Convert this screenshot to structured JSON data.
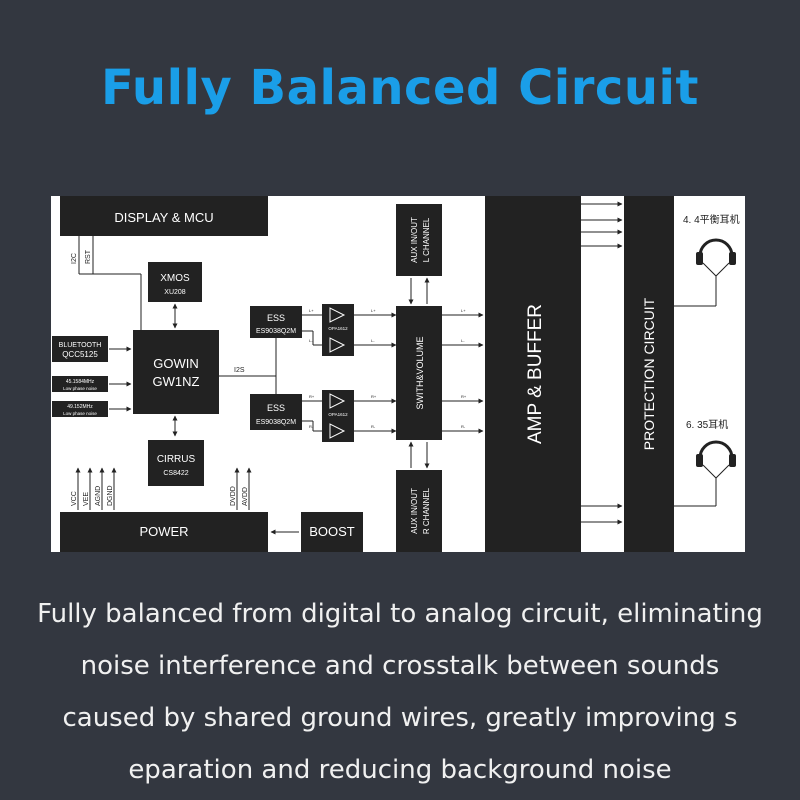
{
  "title": "Fully Balanced Circuit",
  "diagram": {
    "display_mcu": "DISPLAY & MCU",
    "i2c": "I2C",
    "rst": "RST",
    "xmos": "XMOS",
    "xmos_sub": "XU208",
    "bluetooth": "BLUETOOTH",
    "bluetooth_sub": "QCC5125",
    "osc1": "45.1584MHz",
    "osc1_sub": "Low phase noise",
    "osc2": "49.152MHz",
    "osc2_sub": "Low phase noise",
    "gowin": "GOWIN",
    "gowin_sub": "GW1NZ",
    "i2s": "I2S",
    "cirrus": "CIRRUS",
    "cirrus_sub": "CS8422",
    "ess": "ESS",
    "ess_sub": "ES9038Q2M",
    "opa": "OPA1612",
    "sig_lplus": "L+",
    "sig_lminus": "L-",
    "sig_rplus": "R+",
    "sig_rminus": "R-",
    "aux_l": "AUX IN/OUT",
    "aux_l_sub": "L CHANNEL",
    "aux_r": "AUX IN/OUT",
    "aux_r_sub": "R CHANNEL",
    "switch_volume": "SWITH&VOLUME",
    "amp_buffer": "AMP & BUFFER",
    "protection": "PROTECTION CIRCUIT",
    "jack_44": "4. 4平衡耳机",
    "jack_635": "6. 35耳机",
    "power": "POWER",
    "boost": "BOOST",
    "rail_vcc": "VCC",
    "rail_vee": "VEE",
    "rail_agnd": "AGND",
    "rail_dgnd": "DGND",
    "rail_dvdd": "DVDD",
    "rail_avdd": "AVDD"
  },
  "description": {
    "line1": "Fully balanced from digital to analog circuit, eliminating",
    "line2": "noise interference and crosstalk between sounds",
    "line3": "caused by shared ground wires, greatly improving s",
    "line4": "eparation and reducing background noise"
  },
  "colors": {
    "background": "#333740",
    "title": "#1a9ee8",
    "block": "#222222"
  }
}
